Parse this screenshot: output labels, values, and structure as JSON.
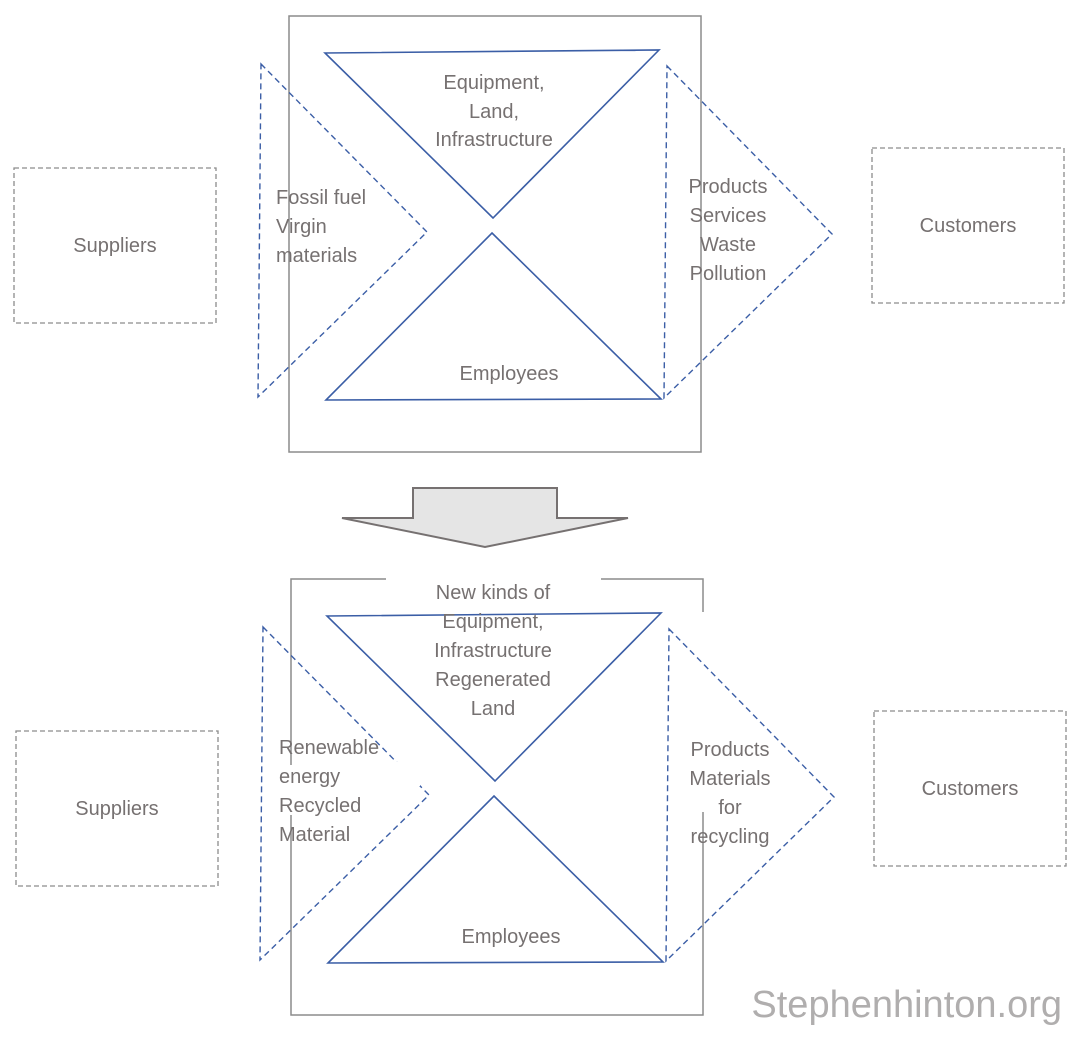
{
  "diagram": {
    "before": {
      "suppliers_label": "Suppliers",
      "customers_label": "Customers",
      "top_triangle_lines": [
        "Equipment,",
        "Land,",
        "Infrastructure"
      ],
      "bottom_triangle_label": "Employees",
      "inputs_lines": [
        "Fossil fuel",
        "Virgin",
        "materials"
      ],
      "outputs_lines": [
        "Products",
        "Services",
        "Waste",
        "Pollution"
      ]
    },
    "transition_arrow": "down-arrow",
    "after": {
      "suppliers_label": "Suppliers",
      "customers_label": "Customers",
      "top_triangle_lines": [
        "New kinds of",
        "Equipment,",
        "Infrastructure",
        "Regenerated",
        "Land"
      ],
      "bottom_triangle_label": "Employees",
      "inputs_lines": [
        "Renewable",
        "energy",
        "Recycled",
        "Material"
      ],
      "outputs_lines": [
        "Products",
        "Materials",
        "for",
        "recycling"
      ]
    },
    "watermark": "Stephenhinton.org",
    "colors": {
      "triangle_stroke": "#3b5ea6",
      "box_stroke": "#8c8c8c",
      "text": "#767171",
      "arrow_fill": "#e5e5e5",
      "watermark": "#b0aeae"
    }
  }
}
